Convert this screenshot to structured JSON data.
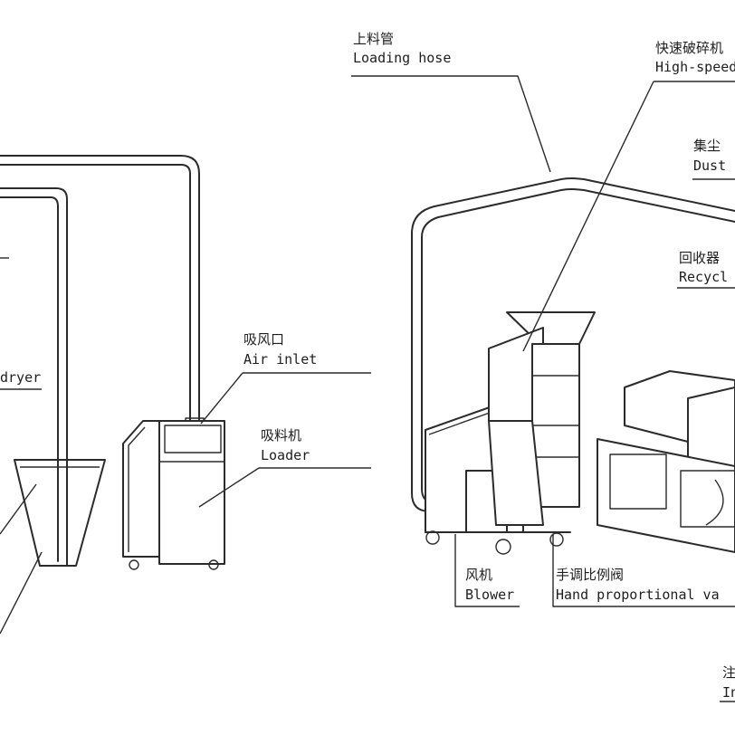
{
  "labels": {
    "loading_hose": {
      "zh": "上料管",
      "en": "Loading hose"
    },
    "crusher": {
      "zh": "快速破碎机",
      "en": "High-speed"
    },
    "dust": {
      "zh": "集尘",
      "en": "Dust"
    },
    "recycler": {
      "zh": "回收器",
      "en": "Recycl"
    },
    "air_inlet": {
      "zh": "吸风口",
      "en": "Air inlet"
    },
    "loader": {
      "zh": "吸料机",
      "en": "Loader"
    },
    "dryer": {
      "en": "dryer"
    },
    "blower": {
      "zh": "风机",
      "en": "Blower"
    },
    "valve": {
      "zh": "手调比例阀",
      "en": "Hand proportional va"
    },
    "edge_bottom": {
      "zh": "注",
      "en": "In"
    }
  }
}
